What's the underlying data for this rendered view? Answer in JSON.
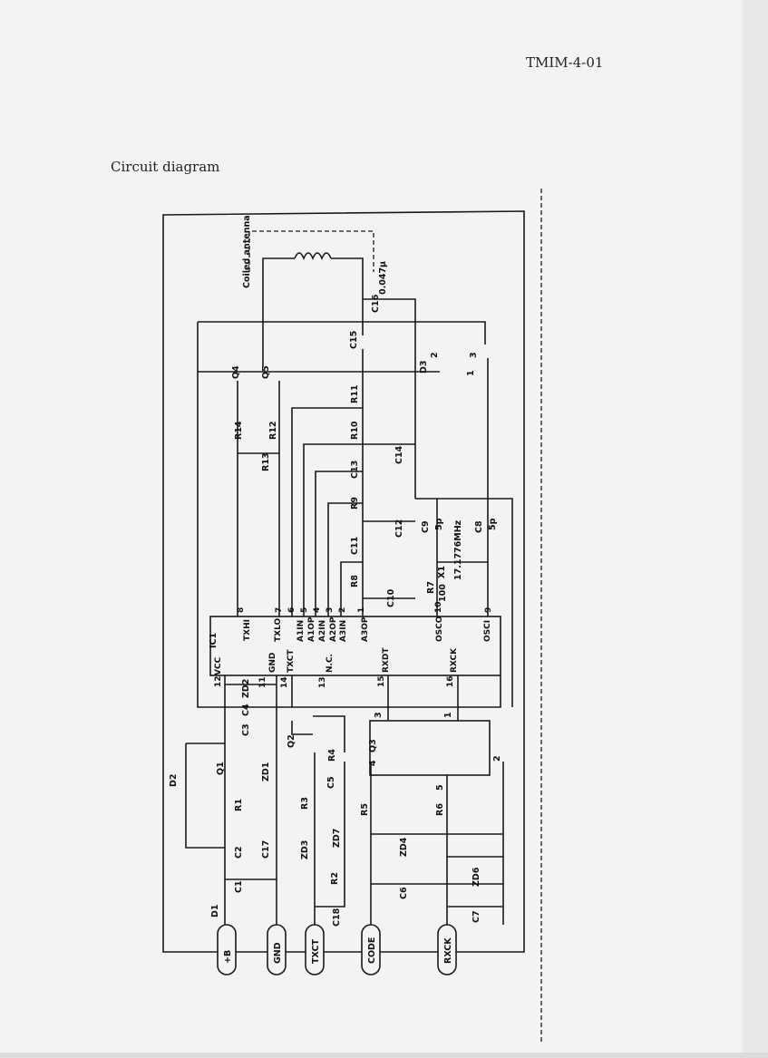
{
  "header": {
    "doc_code": "TMIM-4-01",
    "title": "Circuit diagram"
  },
  "antenna": {
    "label": "Coiled antenna"
  },
  "ic": {
    "name": "IC1",
    "pins": [
      {
        "num": "12",
        "name": "VCC"
      },
      {
        "num": "8",
        "name": "TXHI"
      },
      {
        "num": "11",
        "name": "GND"
      },
      {
        "num": "7",
        "name": "TXLO"
      },
      {
        "num": "14",
        "name": "TXCT"
      },
      {
        "num": "6",
        "name": "A1IN"
      },
      {
        "num": "5",
        "name": "A1OP"
      },
      {
        "num": "4",
        "name": "A2IN"
      },
      {
        "num": "13",
        "name": "N.C."
      },
      {
        "num": "3",
        "name": "A2OP"
      },
      {
        "num": "2",
        "name": "A3IN"
      },
      {
        "num": "1",
        "name": "A3OP"
      },
      {
        "num": "15",
        "name": "RXDT"
      },
      {
        "num": "10",
        "name": "OSCO"
      },
      {
        "num": "16",
        "name": "RXCK"
      },
      {
        "num": "9",
        "name": "OSCI"
      }
    ]
  },
  "components": [
    "C16",
    "0.047μ",
    "C15",
    "D3",
    "2",
    "3",
    "1",
    "Q4",
    "Q5",
    "R11",
    "R14",
    "R12",
    "R13",
    "R10",
    "C14",
    "C13",
    "R9",
    "C12",
    "C11",
    "R8",
    "C10",
    "C9",
    "5p",
    "C8",
    "5p",
    "17.1776MHz",
    "X1",
    "R7",
    "100",
    "ZD2",
    "C4",
    "C3",
    "Q2",
    "R4",
    "Q1",
    "ZD1",
    "D2",
    "C5",
    "R3",
    "R1",
    "ZD7",
    "ZD3",
    "C2",
    "C17",
    "R2",
    "C1",
    "D1",
    "C18",
    "Q3",
    "3",
    "4",
    "1",
    "2",
    "5",
    "R5",
    "R6",
    "ZD4",
    "ZD6",
    "C6",
    "C7"
  ],
  "connectors": [
    "+B",
    "GND",
    "TXCT",
    "CODE",
    "RXCK"
  ]
}
